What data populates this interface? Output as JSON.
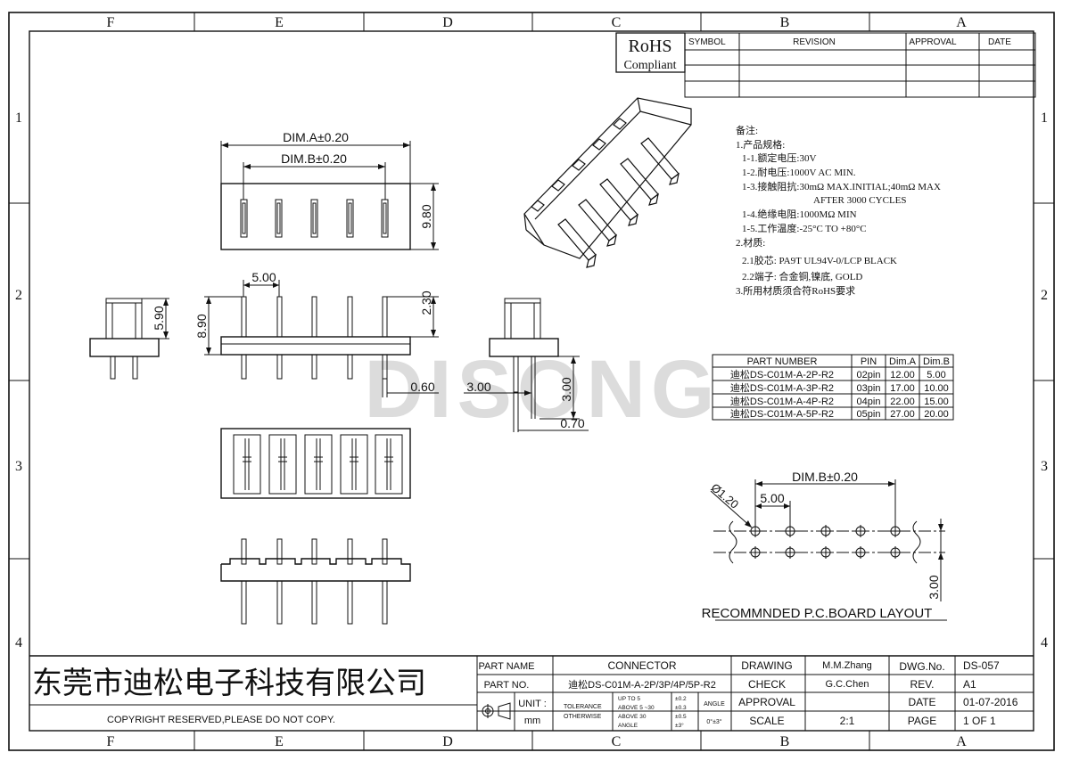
{
  "frame": {
    "columns": [
      "F",
      "E",
      "D",
      "C",
      "B",
      "A"
    ],
    "rows": [
      "1",
      "2",
      "3",
      "4"
    ]
  },
  "rohs": {
    "line1": "RoHS",
    "line2": "Compliant"
  },
  "revision_table": {
    "headers": [
      "SYMBOL",
      "REVISION",
      "APPROVAL",
      "DATE"
    ]
  },
  "dimensions": {
    "dim_a": "DIM.A±0.20",
    "dim_b": "DIM.B±0.20",
    "height": "9.80",
    "pitch": "5.00",
    "pin_top": "2.30",
    "total_height": "8.90",
    "side_height": "5.90",
    "pin_width": "0.60",
    "pin_offset": "3.00",
    "pin_depth": "3.00",
    "pin_thick": "0.70",
    "pcb_dim_b": "DIM.B±0.20",
    "pcb_hole": "Ø1.20",
    "pcb_pitch": "5.00",
    "pcb_row": "3.00"
  },
  "pcb_layout_label": "RECOMMNDED P.C.BOARD LAYOUT",
  "watermark": "DISONG",
  "notes": [
    "备注:",
    "1.产品规格:",
    "1-1.额定电压:30V",
    "1-2.耐电压:1000V AC MIN.",
    "1-3.接触阻抗:30mΩ MAX.INITIAL;40mΩ MAX",
    "AFTER 3000 CYCLES",
    "1-4.绝缘电阻:1000MΩ MIN",
    "1-5.工作温度:-25°C TO +80°C",
    "2.材质:",
    "2.1胶芯: PA9T UL94V-0/LCP BLACK",
    "2.2端子: 合金铜,镍底, GOLD",
    "3.所用材质须合符RoHS要求"
  ],
  "part_table": {
    "headers": [
      "PART NUMBER",
      "PIN",
      "Dim.A",
      "Dim.B"
    ],
    "rows": [
      [
        "迪松DS-C01M-A-2P-R2",
        "02pin",
        "12.00",
        "5.00"
      ],
      [
        "迪松DS-C01M-A-3P-R2",
        "03pin",
        "17.00",
        "10.00"
      ],
      [
        "迪松DS-C01M-A-4P-R2",
        "04pin",
        "22.00",
        "15.00"
      ],
      [
        "迪松DS-C01M-A-5P-R2",
        "05pin",
        "27.00",
        "20.00"
      ]
    ]
  },
  "title_block": {
    "company": "东莞市迪松电子科技有限公司",
    "copyright": "COPYRIGHT RESERVED,PLEASE DO NOT COPY.",
    "part_name_label": "PART NAME",
    "part_name": "CONNECTOR",
    "part_no_label": "PART NO.",
    "part_no": "迪松DS-C01M-A-2P/3P/4P/5P-R2",
    "unit_label": "UNIT :",
    "unit": "mm",
    "tolerance_label": "TOLERANCE",
    "otherwise_label": "OTHERWISE",
    "tol_rows": [
      [
        "UP TO 5",
        "±0.2"
      ],
      [
        "ABOVE 5 ~30",
        "±0.3"
      ],
      [
        "ABOVE 30",
        "±0.5"
      ],
      [
        "ANGLE",
        "±3°"
      ]
    ],
    "angle_label": "ANGLE",
    "angle_value": "0°±3°",
    "drawing_label": "DRAWING",
    "drawing": "M.M.Zhang",
    "check_label": "CHECK",
    "check": "G.C.Chen",
    "approval_label": "APPROVAL",
    "approval": "",
    "scale_label": "SCALE",
    "scale": "2:1",
    "dwg_no_label": "DWG.No.",
    "dwg_no": "DS-057",
    "rev_label": "REV.",
    "rev": "A1",
    "date_label": "DATE",
    "date": "01-07-2016",
    "page_label": "PAGE",
    "page": "1 OF 1"
  }
}
